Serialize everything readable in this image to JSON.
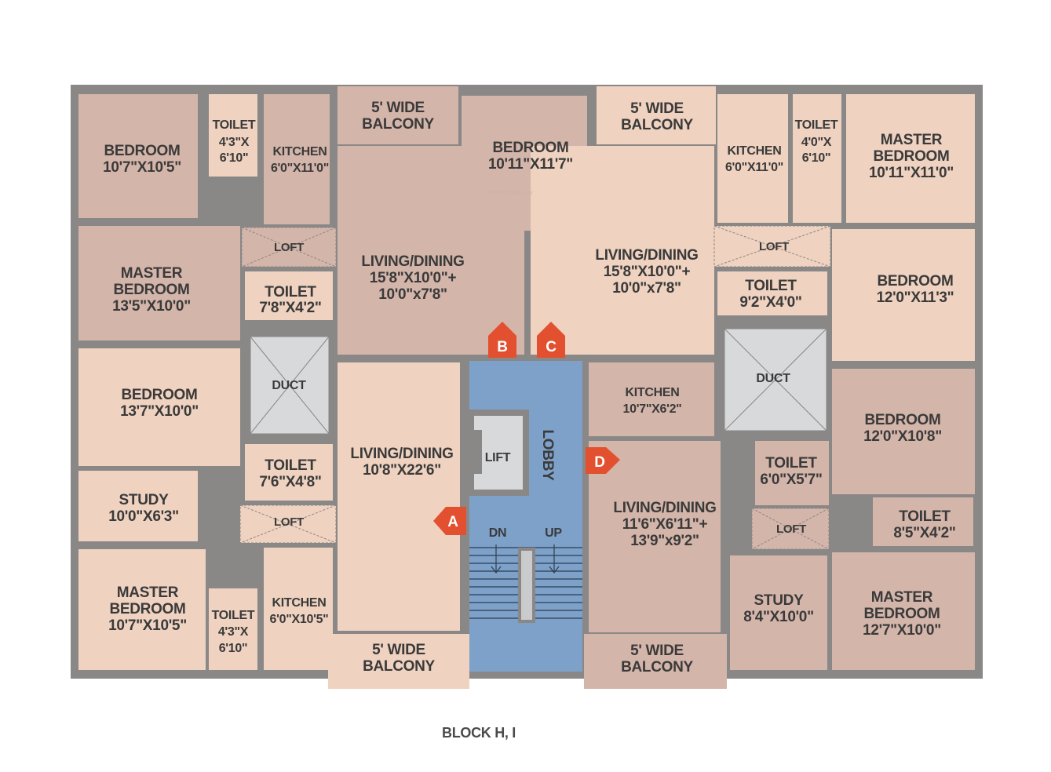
{
  "caption": "BLOCK H, I",
  "watermark": "PROPTIGER.com",
  "colors": {
    "wall": "#8a8787",
    "room_dark": "#d4b5aa",
    "room_light": "#efd2c0",
    "lobby": "#7ea1ca",
    "duct": "#d7d9db",
    "arrow": "#e2502f"
  },
  "rooms": {
    "a_bedroom": [
      "BEDROOM",
      "10'7\"X10'5\""
    ],
    "a_toilet": [
      "TOILET",
      "4'3\"X",
      "6'10\""
    ],
    "a_kitchen": [
      "KITCHEN",
      "6'0\"X11'0\""
    ],
    "a_loft": [
      "LOFT"
    ],
    "a_master": [
      "MASTER",
      "BEDROOM",
      "13'5\"X10'0\""
    ],
    "a_toilet2": [
      "TOILET",
      "7'8\"X4'2\""
    ],
    "a_living": [
      "LIVING/DINING",
      "15'8\"X10'0\"+",
      "10'0\"x7'8\""
    ],
    "a_balcony": [
      "5' WIDE",
      "BALCONY"
    ],
    "b_bedroom": [
      "BEDROOM",
      "10'11\"X11'7\""
    ],
    "c_balcony": [
      "5' WIDE",
      "BALCONY"
    ],
    "c_living": [
      "LIVING/DINING",
      "15'8\"X10'0\"+",
      "10'0\"x7'8\""
    ],
    "c_kitchen": [
      "KITCHEN",
      "6'0\"X11'0\""
    ],
    "c_toilet": [
      "TOILET",
      "4'0\"X",
      "6'10\""
    ],
    "c_master": [
      "MASTER",
      "BEDROOM",
      "10'11\"X11'0\""
    ],
    "c_loft": [
      "LOFT"
    ],
    "c_toilet2": [
      "TOILET",
      "9'2\"X4'0\""
    ],
    "c_bedroom": [
      "BEDROOM",
      "12'0\"X11'3\""
    ],
    "duct_left": [
      "DUCT"
    ],
    "duct_right": [
      "DUCT"
    ],
    "d_bedroom": [
      "BEDROOM",
      "13'7\"X10'0\""
    ],
    "d_toilet": [
      "TOILET",
      "7'6\"X4'8\""
    ],
    "d_living": [
      "LIVING/DINING",
      "10'8\"X22'6\""
    ],
    "d_study": [
      "STUDY",
      "10'0\"X6'3\""
    ],
    "d_loft": [
      "LOFT"
    ],
    "d_master": [
      "MASTER",
      "BEDROOM",
      "10'7\"X10'5\""
    ],
    "d_toilet2": [
      "TOILET",
      "4'3\"X",
      "6'10\""
    ],
    "d_kitchen": [
      "KITCHEN",
      "6'0\"X10'5\""
    ],
    "d_balcony": [
      "5' WIDE",
      "BALCONY"
    ],
    "lift": [
      "LIFT"
    ],
    "lobby": [
      "LOBBY"
    ],
    "stair_dn": [
      "DN"
    ],
    "stair_up": [
      "UP"
    ],
    "e_kitchen": [
      "KITCHEN",
      "10'7\"X6'2\""
    ],
    "e_living": [
      "LIVING/DINING",
      "11'6\"X6'11\"+",
      "13'9\"x9'2\""
    ],
    "e_balcony": [
      "5' WIDE",
      "BALCONY"
    ],
    "e_toilet": [
      "TOILET",
      "6'0\"X5'7\""
    ],
    "e_loft": [
      "LOFT"
    ],
    "e_study": [
      "STUDY",
      "8'4\"X10'0\""
    ],
    "e_bedroom": [
      "BEDROOM",
      "12'0\"X10'8\""
    ],
    "e_toilet2": [
      "TOILET",
      "8'5\"X4'2\""
    ],
    "e_master": [
      "MASTER",
      "BEDROOM",
      "12'7\"X10'0\""
    ]
  },
  "entrances": {
    "a": "A",
    "b": "B",
    "c": "C",
    "d": "D"
  }
}
